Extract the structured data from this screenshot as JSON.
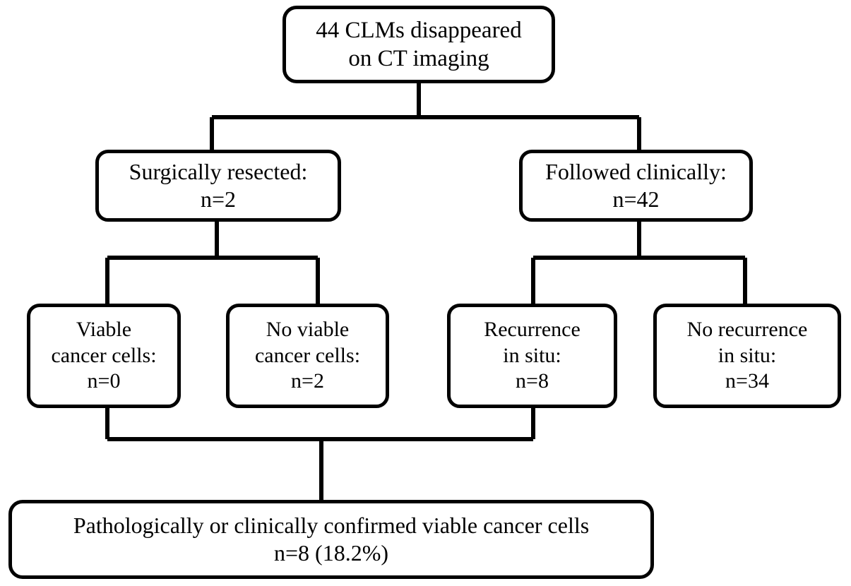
{
  "diagram": {
    "type": "flowchart",
    "title": "CLMs disappeared on CT imaging outcome flowchart",
    "style": {
      "background_color": "#ffffff",
      "box_border_color": "#000000",
      "connector_color": "#000000",
      "text_color": "#000000"
    },
    "nodes": {
      "root": {
        "id": "root",
        "line1": "44 CLMs disappeared",
        "line2": "on CT imaging",
        "count": 44
      },
      "resected": {
        "id": "surgically-resected",
        "line1": "Surgically resected:",
        "line2": "n=2",
        "count": 2
      },
      "followed": {
        "id": "followed-clinically",
        "line1": "Followed clinically:",
        "line2": "n=42",
        "count": 42
      },
      "viable": {
        "id": "viable-cancer-cells",
        "line1": "Viable",
        "line2": "cancer cells:",
        "line3": "n=0",
        "count": 0
      },
      "no_viable": {
        "id": "no-viable-cancer-cells",
        "line1": "No viable",
        "line2": "cancer cells:",
        "line3": "n=2",
        "count": 2
      },
      "recurrence": {
        "id": "recurrence-in-situ",
        "line1": "Recurrence",
        "line2": "in situ:",
        "line3": "n=8",
        "count": 8
      },
      "no_recurrence": {
        "id": "no-recurrence-in-situ",
        "line1": "No recurrence",
        "line2": "in situ:",
        "line3": "n=34",
        "count": 34
      },
      "confirmed": {
        "id": "confirmed-viable-cancer-cells",
        "line1": "Pathologically or clinically confirmed viable cancer cells",
        "line2": "n=8 (18.2%)",
        "count": 8,
        "percent": "18.2%"
      }
    },
    "edges": [
      {
        "from": "root",
        "to": "resected"
      },
      {
        "from": "root",
        "to": "followed"
      },
      {
        "from": "resected",
        "to": "viable"
      },
      {
        "from": "resected",
        "to": "no_viable"
      },
      {
        "from": "followed",
        "to": "recurrence"
      },
      {
        "from": "followed",
        "to": "no_recurrence"
      },
      {
        "from": "viable",
        "to": "confirmed"
      },
      {
        "from": "recurrence",
        "to": "confirmed"
      }
    ]
  }
}
